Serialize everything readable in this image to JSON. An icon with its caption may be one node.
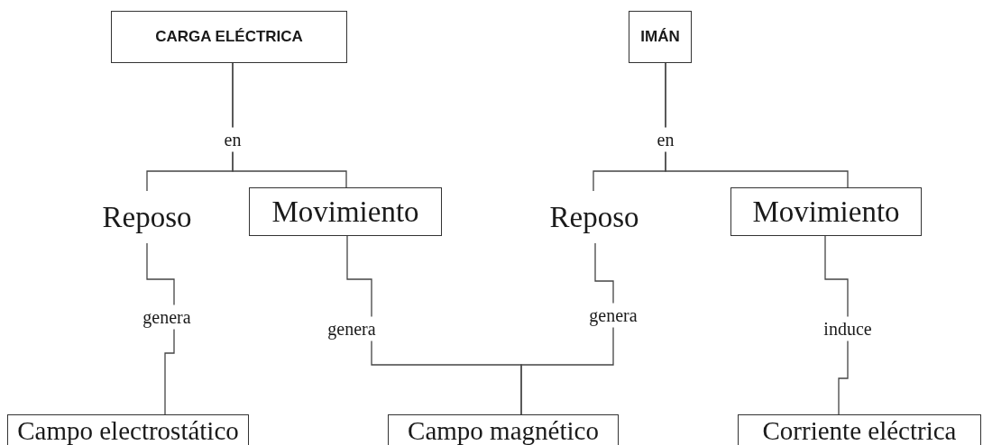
{
  "diagram": {
    "nodes": [
      {
        "text": [
          "CARGA ELÉCTRICA"
        ]
      },
      {
        "text": [
          "IMÁN"
        ]
      },
      {
        "text": [
          "Reposo"
        ]
      },
      {
        "text": [
          "Movimiento"
        ]
      },
      {
        "text": [
          "Reposo"
        ]
      },
      {
        "text": [
          "Movimiento"
        ]
      },
      {
        "text": [
          "Campo electrostático"
        ]
      },
      {
        "text": [
          "Campo magnético"
        ]
      },
      {
        "text": [
          "Corriente eléctrica"
        ]
      }
    ],
    "edges": [
      {
        "from": 0,
        "to": 2,
        "arrow": "none",
        "label": "en"
      },
      {
        "from": 0,
        "to": 3,
        "arrow": "none"
      },
      {
        "from": 1,
        "to": 4,
        "arrow": "none",
        "label": "en"
      },
      {
        "from": 1,
        "to": 5,
        "arrow": "none"
      },
      {
        "from": 2,
        "to": 6,
        "arrow": "none",
        "label": "genera"
      },
      {
        "from": 3,
        "to": 7,
        "arrow": "none",
        "label": "genera"
      },
      {
        "from": 4,
        "to": 7,
        "arrow": "none",
        "label": "genera"
      },
      {
        "from": 5,
        "to": 8,
        "arrow": "none",
        "label": "induce"
      }
    ]
  }
}
